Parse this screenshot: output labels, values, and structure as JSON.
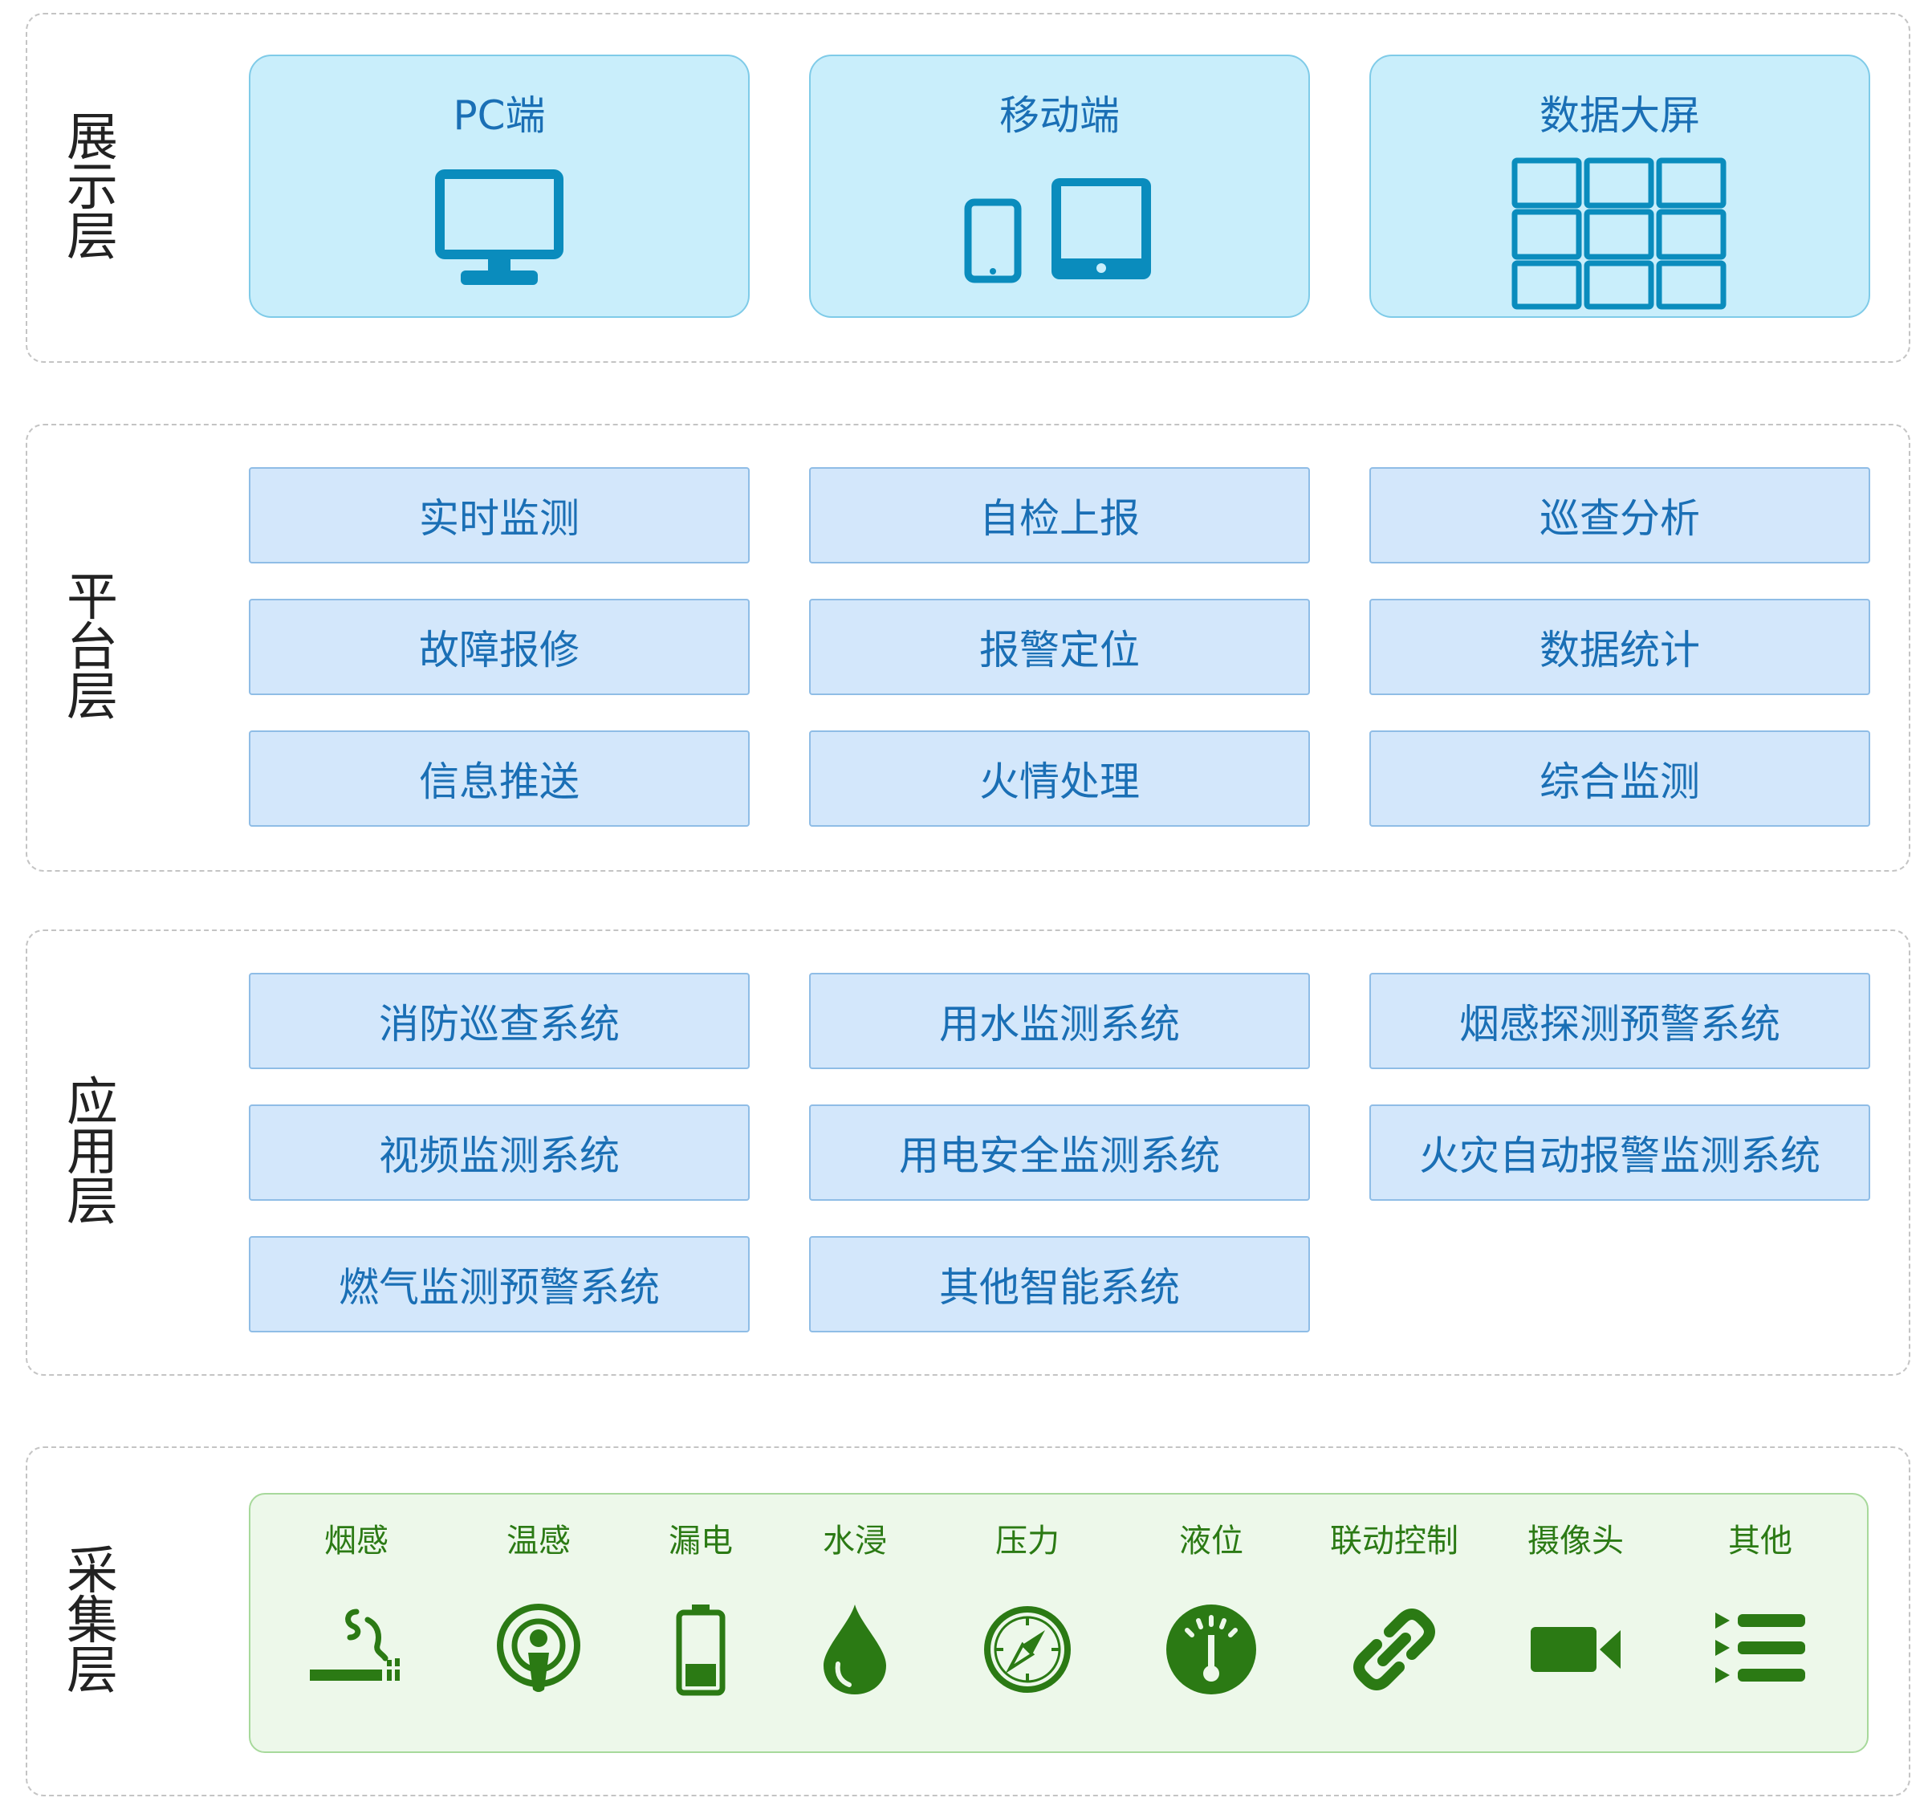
{
  "colors": {
    "display_card_bg": "#c9eefb",
    "display_icon": "#0a8cbd",
    "func_card_bg": "#d3e7fb",
    "func_text": "#1a6fb5",
    "collect_bg": "#edf8ea",
    "collect_icon": "#2b7a14",
    "dashed_border": "#c4c4c4"
  },
  "layers": {
    "display": {
      "label": [
        "展",
        "示",
        "层"
      ],
      "cards": [
        {
          "title": "PC端",
          "icon": "monitor-icon"
        },
        {
          "title": "移动端",
          "icon": "mobile-tablet-icon"
        },
        {
          "title": "数据大屏",
          "icon": "video-wall-icon"
        }
      ]
    },
    "platform": {
      "label": [
        "平",
        "台",
        "层"
      ],
      "items": [
        "实时监测",
        "自检上报",
        "巡查分析",
        "故障报修",
        "报警定位",
        "数据统计",
        "信息推送",
        "火情处理",
        "综合监测"
      ]
    },
    "application": {
      "label": [
        "应",
        "用",
        "层"
      ],
      "items": [
        "消防巡查系统",
        "用水监测系统",
        "烟感探测预警系统",
        "视频监测系统",
        "用电安全监测系统",
        "火灾自动报警监测系统",
        "燃气监测预警系统",
        "其他智能系统"
      ]
    },
    "collection": {
      "label": [
        "采",
        "集",
        "层"
      ],
      "sensors": [
        {
          "label": "烟感",
          "icon": "smoking-icon"
        },
        {
          "label": "温感",
          "icon": "temperature-sensor-icon"
        },
        {
          "label": "漏电",
          "icon": "battery-icon"
        },
        {
          "label": "水浸",
          "icon": "water-drop-icon"
        },
        {
          "label": "压力",
          "icon": "compass-gauge-icon"
        },
        {
          "label": "液位",
          "icon": "dial-gauge-icon"
        },
        {
          "label": "联动控制",
          "icon": "link-icon"
        },
        {
          "label": "摄像头",
          "icon": "video-camera-icon"
        },
        {
          "label": "其他",
          "icon": "list-icon"
        }
      ]
    }
  }
}
